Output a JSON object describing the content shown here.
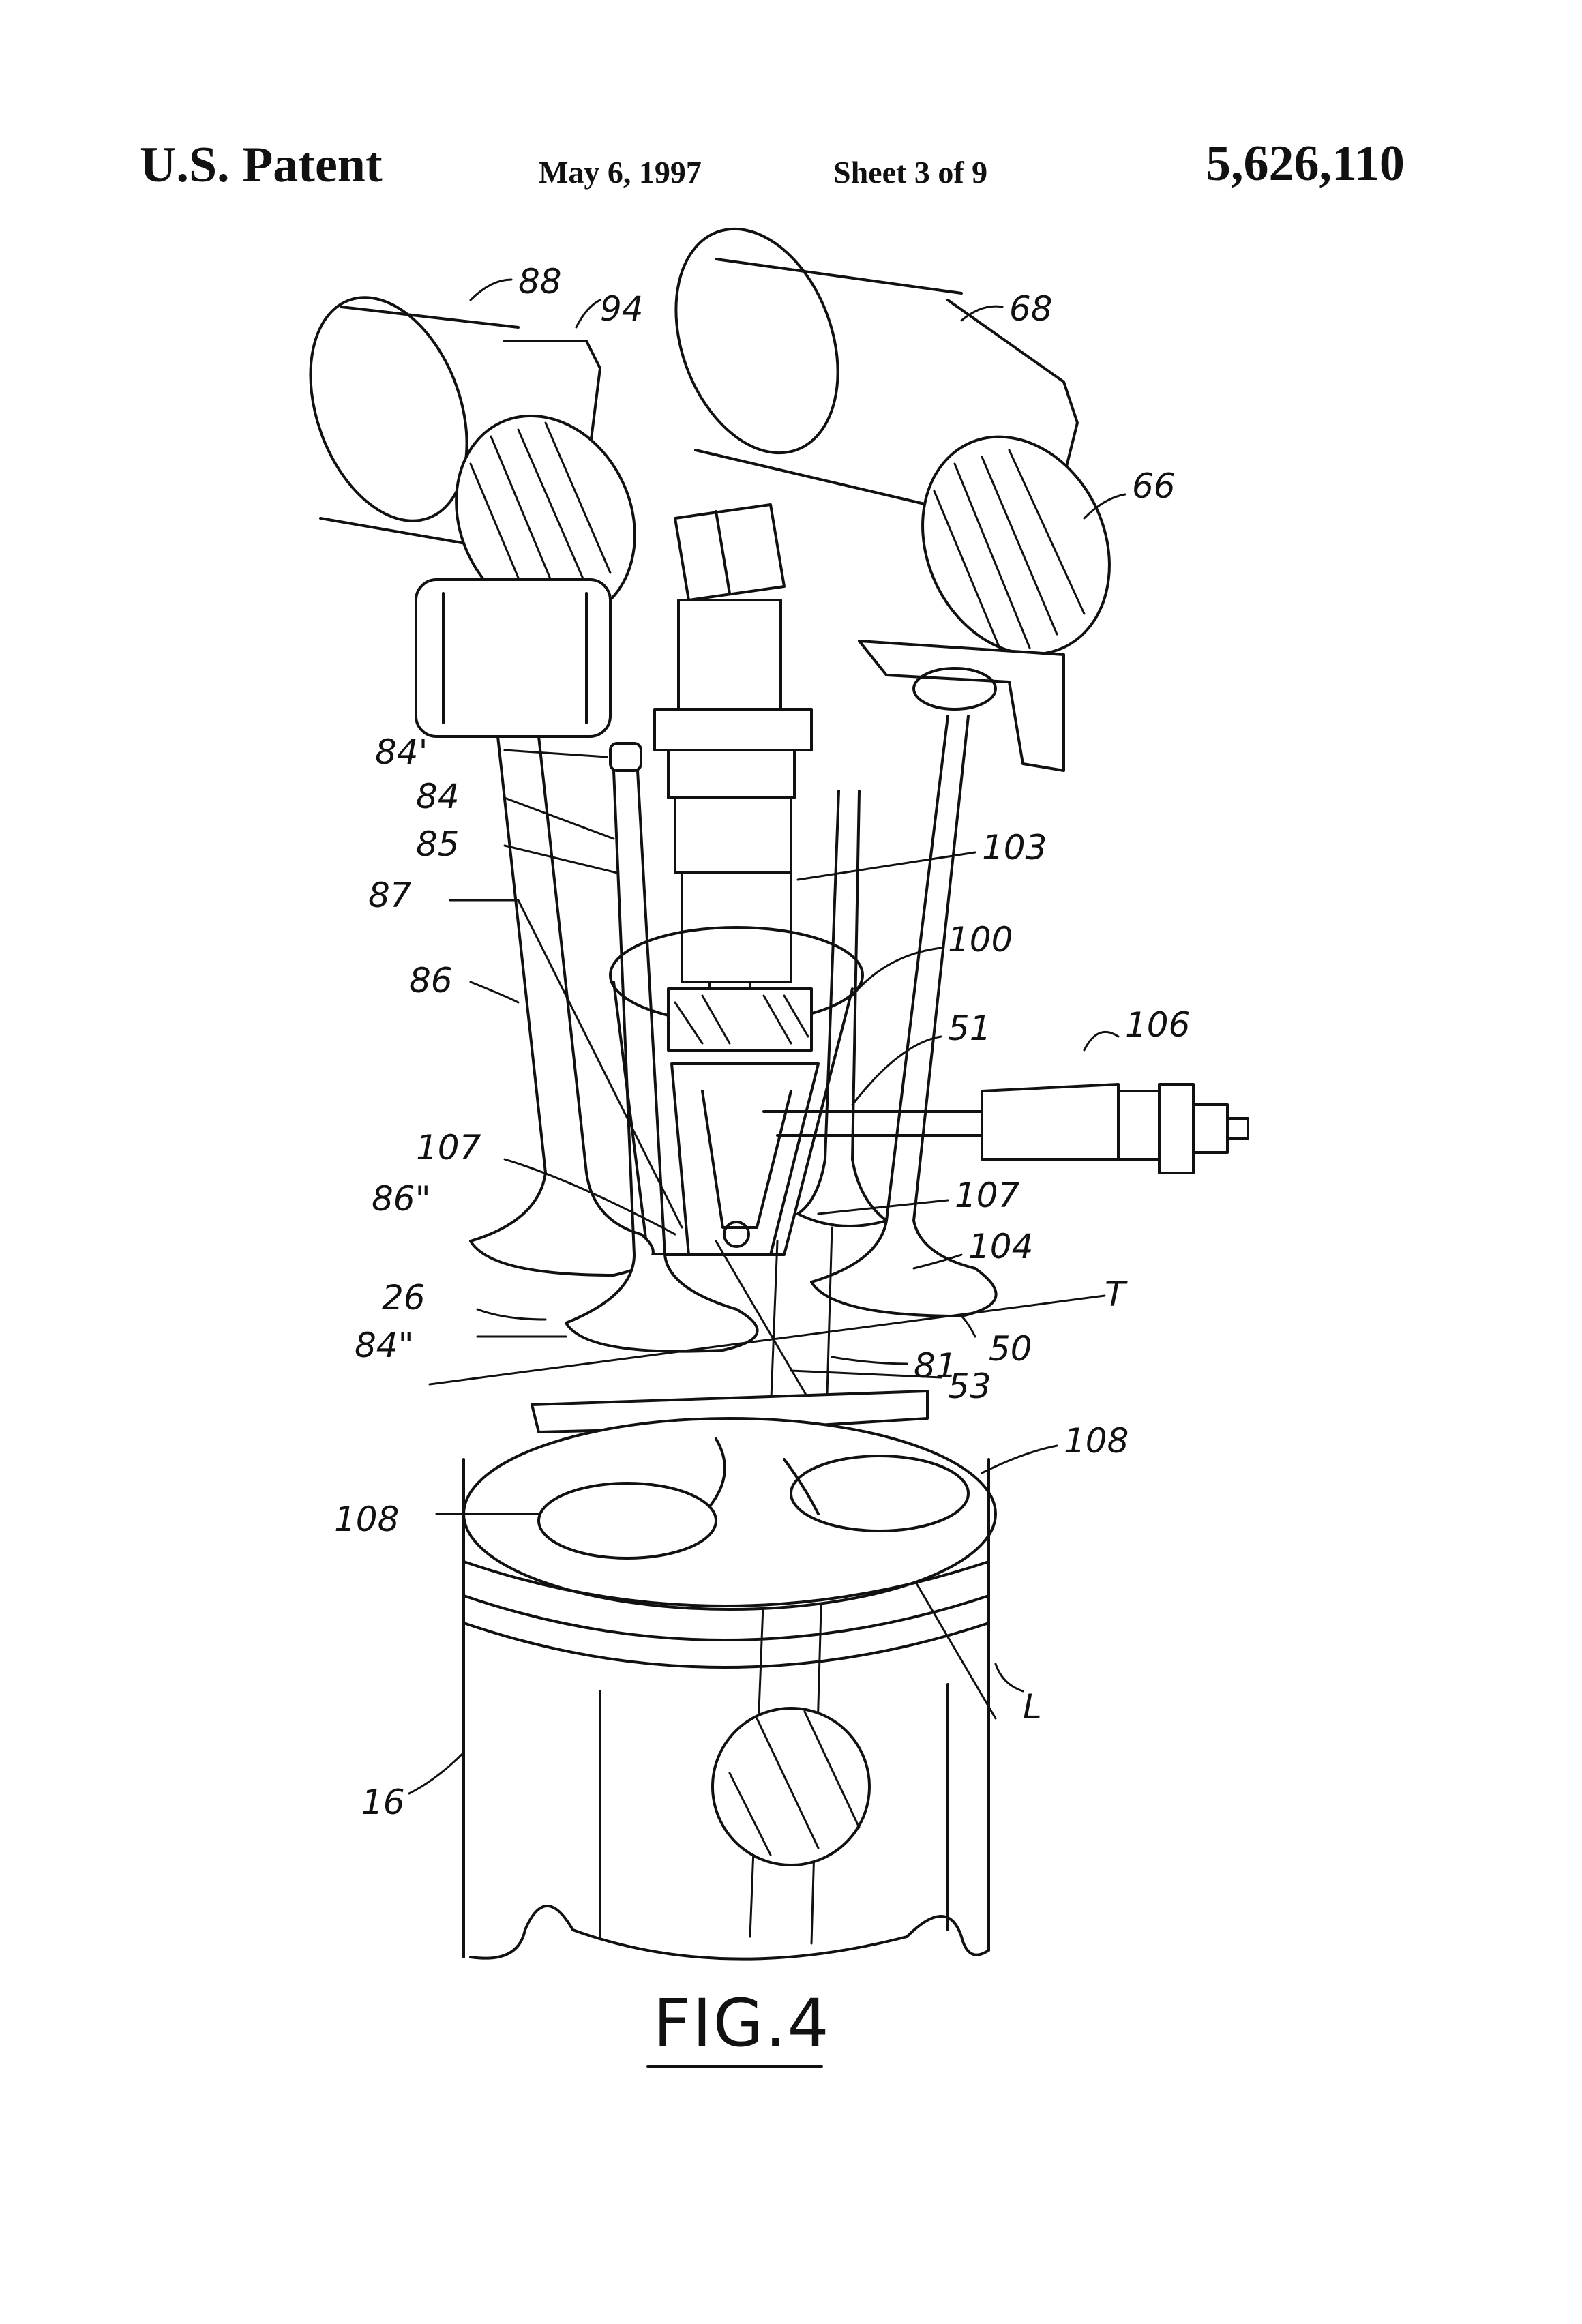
{
  "header": {
    "title": "U.S. Patent",
    "date": "May 6, 1997",
    "sheet": "Sheet 3 of 9",
    "patent_number": "5,626,110"
  },
  "figure": {
    "caption": "FIG.4",
    "labels": {
      "l88": "88",
      "l94": "94",
      "l68": "68",
      "l66": "66",
      "l84p": "84'",
      "l84": "84",
      "l85": "85",
      "l87": "87",
      "l86": "86",
      "l103": "103",
      "l100": "100",
      "l51": "51",
      "l106": "106",
      "l107a": "107",
      "l107b": "107",
      "l86pp": "86\"",
      "l104": "104",
      "l26": "26",
      "lT": "T",
      "l84pp": "84\"",
      "l50": "50",
      "l81": "81",
      "l53": "53",
      "l108a": "108",
      "l108b": "108",
      "lL": "L",
      "l16": "16"
    }
  }
}
